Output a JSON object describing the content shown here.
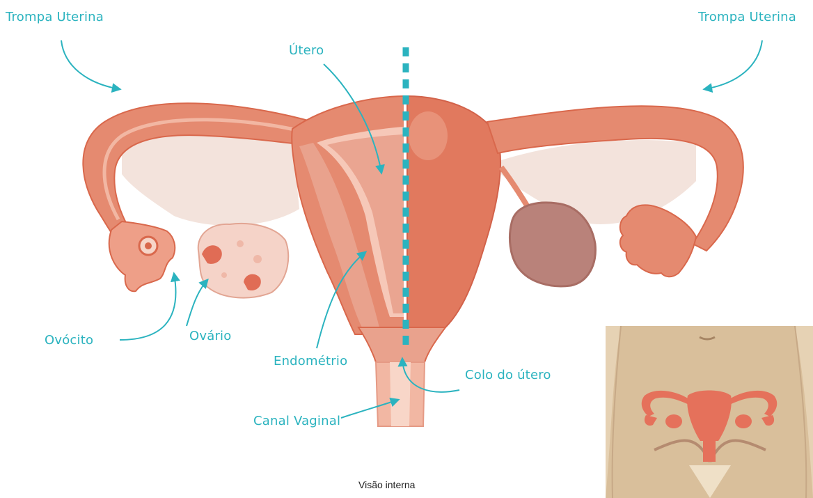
{
  "labels": {
    "tube_left": "Trompa Uterina",
    "tube_right": "Trompa Uterina",
    "uterus": "Útero",
    "oocyte": "Ovócito",
    "ovary": "Ovário",
    "endometrium": "Endométrio",
    "cervix": "Colo do útero",
    "vaginal_canal": "Canal Vaginal"
  },
  "caption": "Visão interna",
  "colors": {
    "label": "#2bb3bf",
    "midline": "#2bb3bf",
    "tissue": "#e58a70",
    "tissue_dark": "#d9684c",
    "tissue_light": "#f2b7a3",
    "ovary_right": "#b9827a",
    "inset_skin": "#d9bf9b",
    "inset_organ": "#e5715b"
  }
}
